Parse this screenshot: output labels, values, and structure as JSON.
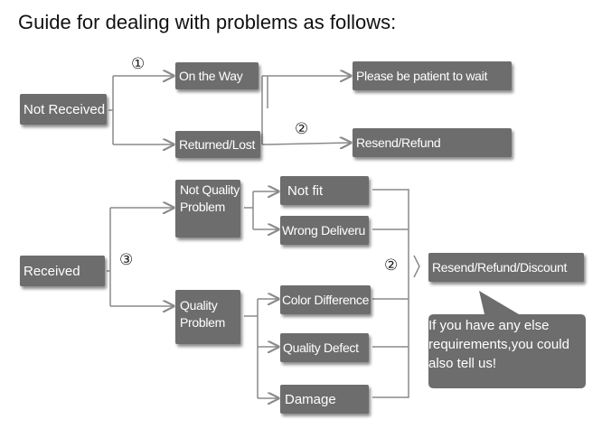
{
  "title": "Guide for dealing with problems as follows:",
  "not_received": {
    "label": "Not Received",
    "on_the_way": "On the Way",
    "returned_lost": "Returned/Lost",
    "wait": "Please be patient to wait",
    "resend_refund": "Resend/Refund"
  },
  "received": {
    "label": "Received",
    "not_quality_problem": "Not Quality Problem",
    "quality_problem": "Quality Problem",
    "not_fit": "Not fit",
    "wrong_delivery": "Wrong Deliveru",
    "color_difference": "Color Difference",
    "quality_defect": "Quality Defect",
    "damage": "Damage",
    "resolution": "Resend/Refund/Discount"
  },
  "markers": {
    "one": "①",
    "two": "②",
    "three": "③"
  },
  "note": "If you have any else requirements,you could also tell us!",
  "colors": {
    "box": "#6d6d6d",
    "line": "#8a8a8a",
    "text": "#ffffff"
  }
}
